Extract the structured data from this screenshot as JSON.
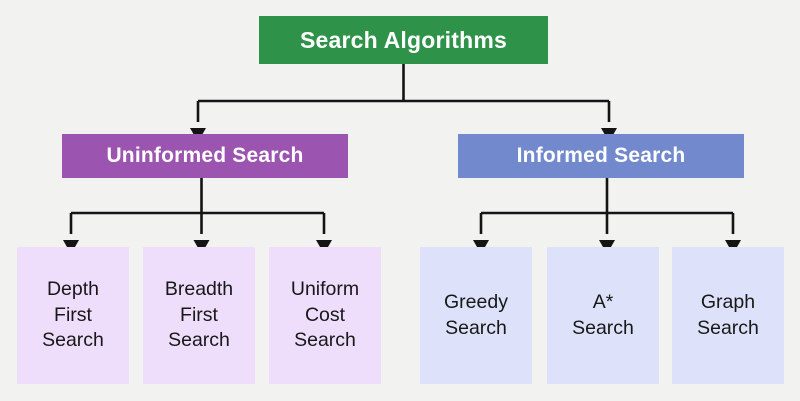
{
  "diagram": {
    "title": "Search Algorithms",
    "background_color": "#f2f2f1",
    "connector_color": "#141414"
  },
  "root": {
    "label": "Search Algorithms",
    "color": "#2e9349",
    "text_color": "#ffffff"
  },
  "branches": [
    {
      "label": "Uninformed Search",
      "color": "#9b55b0",
      "text_color": "#ffffff",
      "leaf_color": "#eeddfb",
      "leaves": [
        {
          "label": "Depth\nFirst\nSearch",
          "line1": "Depth",
          "line2": "First",
          "line3": "Search"
        },
        {
          "label": "Breadth\nFirst\nSearch",
          "line1": "Breadth",
          "line2": "First",
          "line3": "Search"
        },
        {
          "label": "Uniform\nCost\nSearch",
          "line1": "Uniform",
          "line2": "Cost",
          "line3": "Search"
        }
      ]
    },
    {
      "label": "Informed Search",
      "color": "#7289ce",
      "text_color": "#ffffff",
      "leaf_color": "#dde2fa",
      "leaves": [
        {
          "label": "Greedy\nSearch",
          "line1": "Greedy",
          "line2": "Search",
          "line3": ""
        },
        {
          "label": "A*\nSearch",
          "line1": "A*",
          "line2": "Search",
          "line3": ""
        },
        {
          "label": "Graph\nSearch",
          "line1": "Graph",
          "line2": "Search",
          "line3": ""
        }
      ]
    }
  ]
}
